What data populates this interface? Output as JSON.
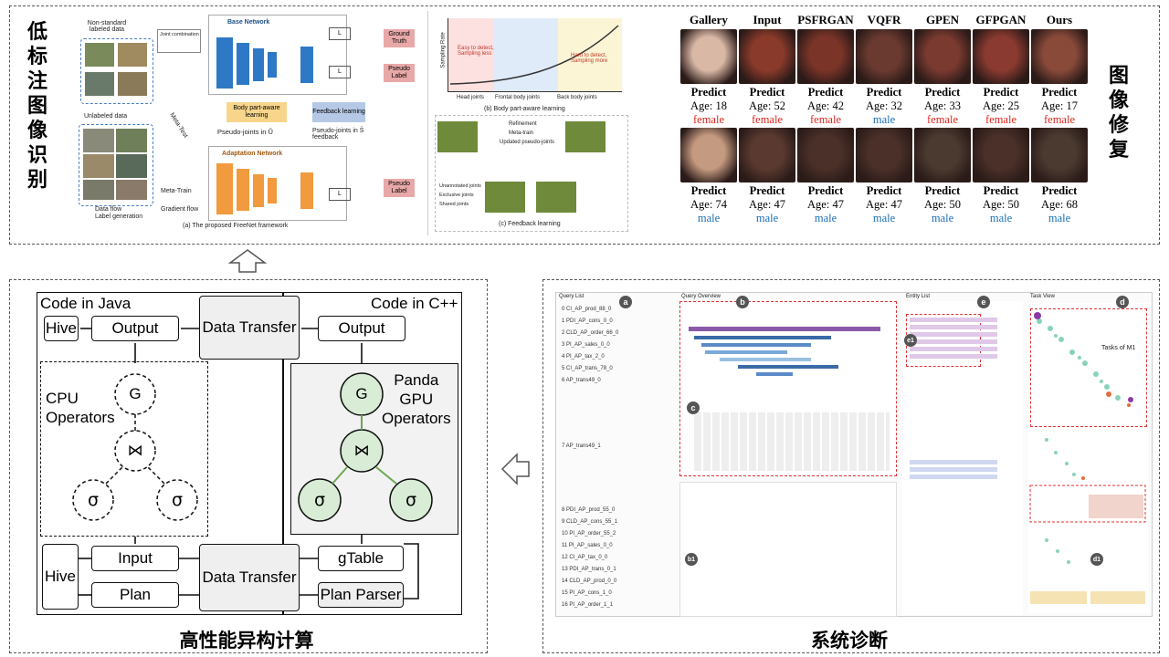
{
  "top_left": {
    "side_label": "低标注图像识别",
    "freenet": {
      "nonstd_label": "Non-standard labeled data",
      "unlabeled_label": "Unlabeled data",
      "base_network": "Base Network",
      "adaptation_network": "Adaptation Network",
      "body_part_box": "Body part-aware learning",
      "feedback_box": "Feedback learning",
      "ground_truth": "Ground Truth",
      "pseudo_label_1": "Pseudo Label",
      "pseudo_label_2": "Pseudo Label",
      "joint_combination": "Joint combination",
      "meta_test": "Meta-Test",
      "meta_train": "Meta-Train",
      "pseudo_joints_1": "Pseudo-joints in Ũ",
      "pseudo_joints_2": "Pseudo-joints in Ŝ feedback",
      "legend_data_flow": "Data flow",
      "legend_label_gen": "Label generation",
      "legend_gradient": "Gradient flow",
      "caption_a": "(a) The proposed FreeNet framework",
      "caption_b": "(b) Body part-aware learning",
      "caption_c": "(c) Feedback learning",
      "b_easy": "Easy to detect, Sampling less",
      "b_hard": "Hard to detect, Sampling more",
      "b_ylabel": "Sampling Rate",
      "b_x1": "Head joints",
      "b_x2": "Frontal body joints",
      "b_x3": "Back body joints",
      "c_refine": "Refinement",
      "c_meta": "Meta-train",
      "c_updated": "Updated pseudo-joints",
      "c_l1": "Unannotated joints",
      "c_l2": "Exclusive joints",
      "c_l3": "Shared joints"
    }
  },
  "top_right": {
    "side_label": "图像修复",
    "headers": [
      "Gallery",
      "Input",
      "PSFRGAN",
      "VQFR",
      "GPEN",
      "GFPGAN",
      "Ours"
    ],
    "rows": [
      {
        "cells": [
          {
            "predict": "Predict",
            "age": "Age: 18",
            "gender": "female"
          },
          {
            "predict": "Predict",
            "age": "Age: 52",
            "gender": "female"
          },
          {
            "predict": "Predict",
            "age": "Age: 42",
            "gender": "female"
          },
          {
            "predict": "Predict",
            "age": "Age: 32",
            "gender": "male"
          },
          {
            "predict": "Predict",
            "age": "Age: 33",
            "gender": "female"
          },
          {
            "predict": "Predict",
            "age": "Age: 25",
            "gender": "female"
          },
          {
            "predict": "Predict",
            "age": "Age: 17",
            "gender": "female"
          }
        ]
      },
      {
        "cells": [
          {
            "predict": "Predict",
            "age": "Age: 74",
            "gender": "male"
          },
          {
            "predict": "Predict",
            "age": "Age: 47",
            "gender": "male"
          },
          {
            "predict": "Predict",
            "age": "Age: 47",
            "gender": "male"
          },
          {
            "predict": "Predict",
            "age": "Age: 47",
            "gender": "male"
          },
          {
            "predict": "Predict",
            "age": "Age: 50",
            "gender": "male"
          },
          {
            "predict": "Predict",
            "age": "Age: 50",
            "gender": "male"
          },
          {
            "predict": "Predict",
            "age": "Age: 68",
            "gender": "male"
          }
        ]
      }
    ]
  },
  "bottom_left": {
    "caption": "高性能异构计算",
    "java_label": "Code in Java",
    "cpp_label": "Code in C++",
    "hive_top": "Hive",
    "output_left": "Output",
    "data_transfer_top": "Data Transfer",
    "output_right": "Output",
    "cpu_ops": "CPU\nOperators",
    "gpu_ops": "Panda\nGPU\nOperators",
    "op_g": "G",
    "op_join": "⋈",
    "op_sigma": "σ",
    "hive_bottom": "Hive",
    "input": "Input",
    "plan": "Plan",
    "data_transfer_bottom": "Data Transfer",
    "gtable": "gTable",
    "plan_parser": "Plan Parser"
  },
  "bottom_right": {
    "caption": "系统诊断",
    "query_list_title": "Query List",
    "query_overview_title": "Query Overview",
    "entity_list_title": "Entity List",
    "task_view_title": "Task View",
    "tasks_of_m1": "Tasks of M1",
    "queries": [
      "0 CI_AP_prod_88_0",
      "1 PDI_AP_cons_0_0",
      "2 CLD_AP_order_66_0",
      "3 PI_AP_sales_0_0",
      "4 PI_AP_tax_2_0",
      "5 CI_AP_trans_78_0",
      "6 AP_trans49_0",
      "7 AP_trans49_1",
      "8 PDI_AP_prod_55_0",
      "9 CLD_AP_cons_55_1",
      "10 PI_AP_order_55_2",
      "11 PI_AP_sales_0_0",
      "12 CI_AP_tax_0_0",
      "13 PDI_AP_trans_0_1",
      "14 CLD_AP_prod_0_0",
      "15 PI_AP_cons_1_0",
      "16 PI_AP_order_1_1"
    ],
    "markers": [
      "a",
      "b",
      "c",
      "d",
      "e",
      "b1",
      "d1",
      "e1"
    ]
  },
  "colors": {
    "base_blue": "#2e79c6",
    "adapt_orange": "#f19a3e",
    "pink_label": "#e8a8a8",
    "green_op": "#d8ecd6",
    "face_red": "#e0261e",
    "face_blue": "#1a6fb5"
  },
  "icons": [
    "up-arrow-icon",
    "left-arrow-icon"
  ]
}
